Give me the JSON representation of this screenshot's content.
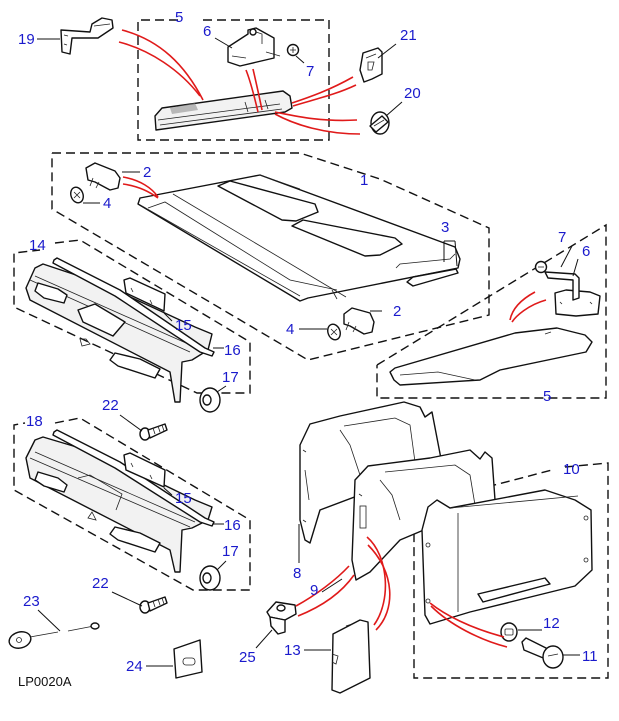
{
  "diagram": {
    "figure_code": "LP0020A",
    "colors": {
      "callout": "#1a1acc",
      "fitting_line": "#e01a1a",
      "outline": "#111111",
      "background": "#ffffff"
    },
    "callouts": {
      "c1": "1",
      "c2a": "2",
      "c2b": "2",
      "c3": "3",
      "c4a": "4",
      "c4b": "4",
      "c5a": "5",
      "c5b": "5",
      "c6a": "6",
      "c6b": "6",
      "c7a": "7",
      "c7b": "7",
      "c8": "8",
      "c9": "9",
      "c10": "10",
      "c11": "11",
      "c12": "12",
      "c13": "13",
      "c14": "14",
      "c15a": "15",
      "c15b": "15",
      "c16a": "16",
      "c16b": "16",
      "c17a": "17",
      "c17b": "17",
      "c18": "18",
      "c19": "19",
      "c20": "20",
      "c21": "21",
      "c22a": "22",
      "c22b": "22",
      "c23": "23",
      "c24": "24",
      "c25": "25"
    }
  }
}
